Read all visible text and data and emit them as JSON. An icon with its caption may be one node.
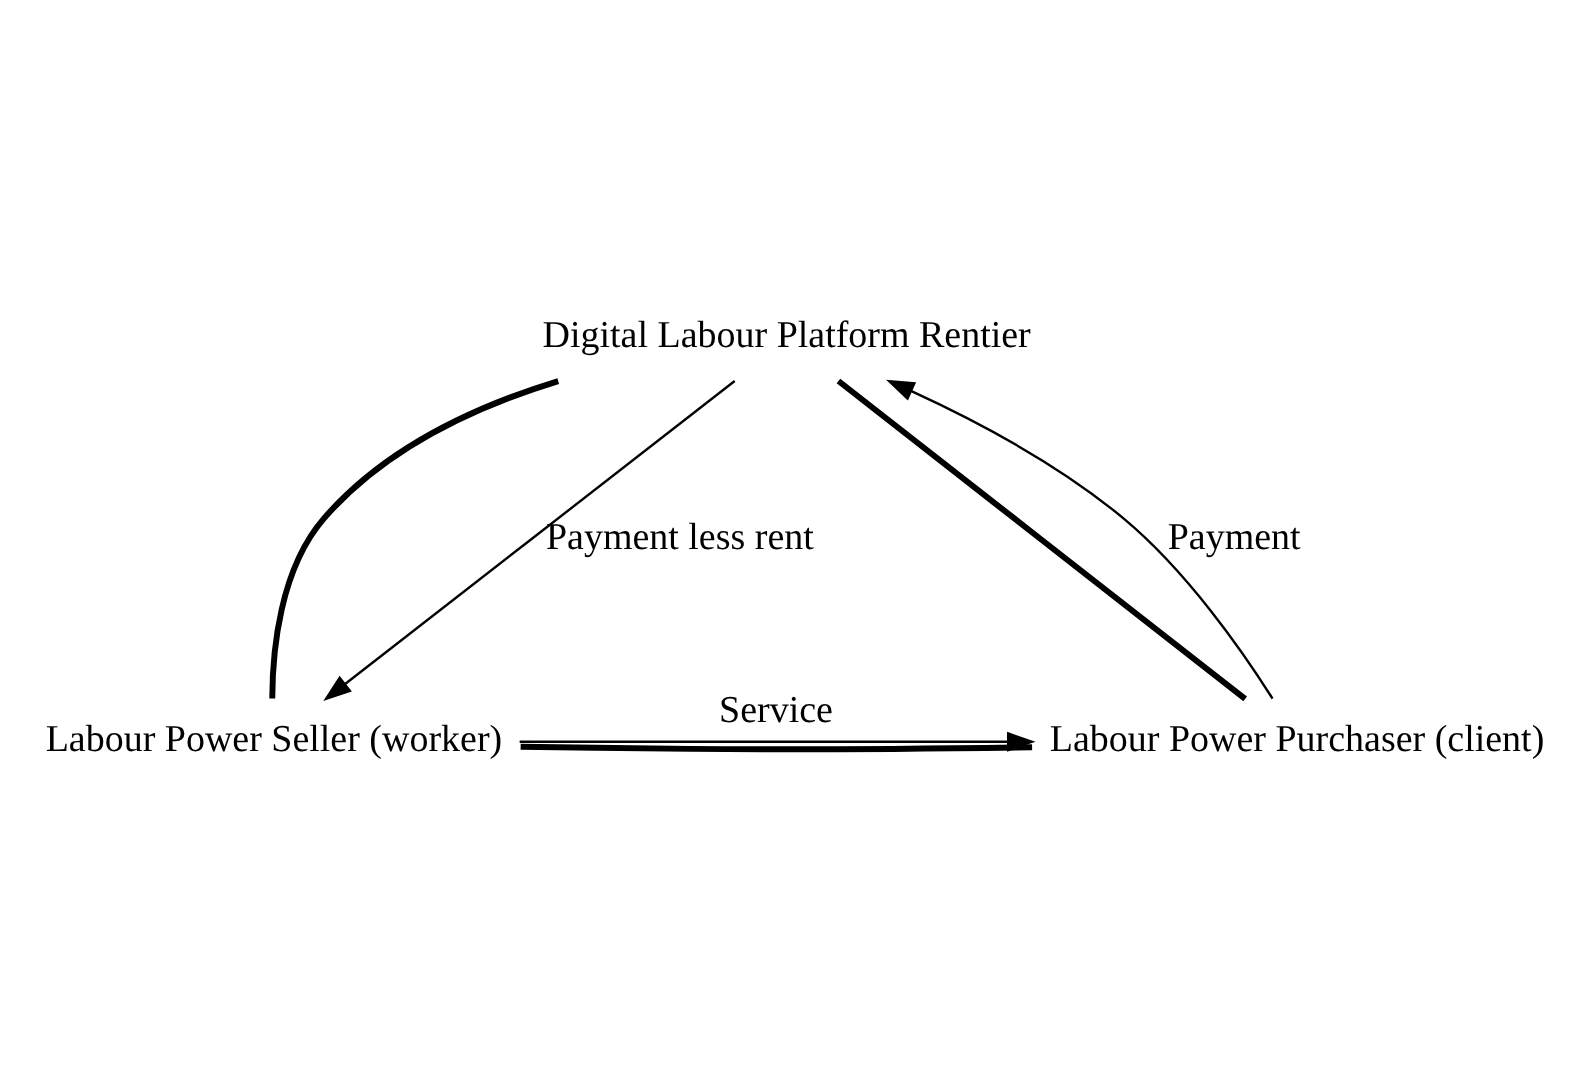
{
  "diagram": {
    "nodes": [
      {
        "text": [
          "Digital Labour Platform Rentier"
        ]
      },
      {
        "text": [
          "Labour Power Seller (worker)"
        ]
      },
      {
        "text": [
          "Labour Power Purchaser (client)"
        ]
      }
    ],
    "edges": [
      {
        "from": 0,
        "to": 1,
        "arrow": "none",
        "style": "thick"
      },
      {
        "from": 0,
        "to": 2,
        "arrow": "none",
        "style": "thick"
      },
      {
        "from": 1,
        "to": 2,
        "arrow": "none",
        "style": "thick"
      },
      {
        "from": 2,
        "to": 0,
        "arrow": "to",
        "label": "Payment"
      },
      {
        "from": 0,
        "to": 1,
        "arrow": "to",
        "label": "Payment less rent"
      },
      {
        "from": 1,
        "to": 2,
        "arrow": "to",
        "label": "Service"
      }
    ]
  }
}
